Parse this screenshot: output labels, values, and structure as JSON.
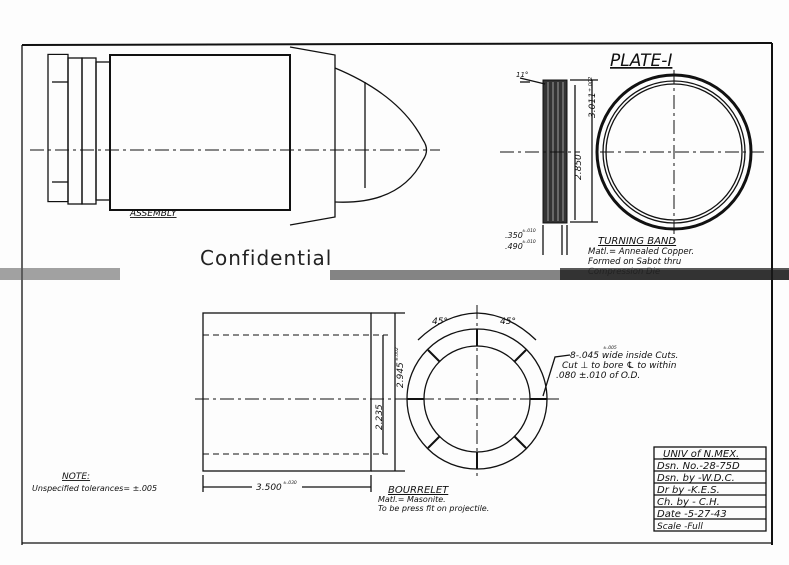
{
  "plate": "PLATE-I",
  "stamp": "Confidential",
  "assembly": {
    "label": "ASSEMBLY"
  },
  "turning_band": {
    "title": "TURNING BAND",
    "material": "Matl.= Annealed Copper.",
    "note": "Formed on Sabot thru",
    "note2": "Compression Die",
    "angle": "11°",
    "dim_od": "3.011",
    "dim_od_tol": "±.002",
    "dim_id": "2.850",
    "dim_w1": ".350",
    "dim_w1_tol": "±.010",
    "dim_w2": ".490",
    "dim_w2_tol": "±.010"
  },
  "bourrelet": {
    "title": "BOURRELET",
    "material": "Matl.= Masonite.",
    "note": "To be press fit on projectile.",
    "dim_length": "3.500",
    "dim_length_tol": "±.030",
    "dim_od": "2.945",
    "dim_od_tol": "±.002",
    "dim_id": "2.235",
    "angle_left": "45°",
    "angle_right": "45°",
    "cuts_line1": "8-.045 wide inside Cuts.",
    "cuts_tol": "±.005",
    "cuts_line2": "Cut ⊥ to bore ℄ to within",
    "cuts_line3": ".080 ±.010 of O.D."
  },
  "note": {
    "title": "NOTE:",
    "text": "Unspecified tolerances= ±.005"
  },
  "title_block": {
    "rows": [
      "UNIV of N.MEX.",
      "Dsn. No.-28-75D",
      "Dsn. by -W.D.C.",
      "Dr by  -K.E.S.",
      "Ch. by -  C.H.",
      "Date -5-27-43",
      "Scale -Full"
    ]
  }
}
